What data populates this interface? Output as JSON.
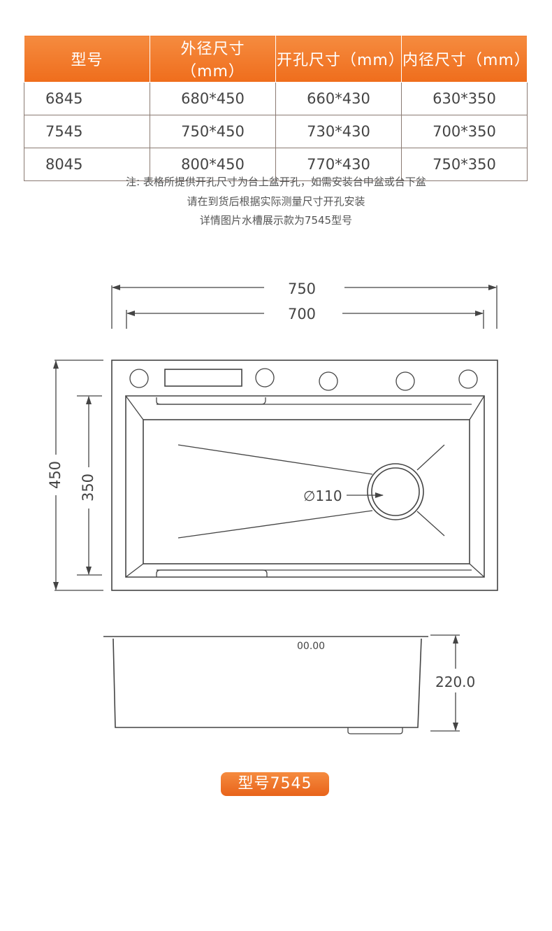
{
  "table": {
    "headers": [
      "型号",
      "外径尺寸 （mm）",
      "开孔尺寸（mm）",
      "内径尺寸（mm）"
    ],
    "rows": [
      [
        "6845",
        "680*450",
        "660*430",
        "630*350"
      ],
      [
        "7545",
        "750*450",
        "730*430",
        "700*350"
      ],
      [
        "8045",
        "800*450",
        "770*430",
        "750*350"
      ]
    ]
  },
  "notes": [
    "注: 表格所提供开孔尺寸为台上盆开孔，如需安装台中盆或台下盆",
    "请在到货后根据实际测量尺寸开孔安装",
    "详情图片水槽展示款为7545型号"
  ],
  "dimensions": {
    "outer_width": "750",
    "inner_width": "700",
    "outer_depth": "450",
    "inner_depth": "350",
    "drain_diameter": "∅110",
    "side_mark": "00.00",
    "bowl_depth": "220.0"
  },
  "model_badge": "型号7545",
  "colors": {
    "accent": "#ef6d1c",
    "line": "#444444"
  }
}
